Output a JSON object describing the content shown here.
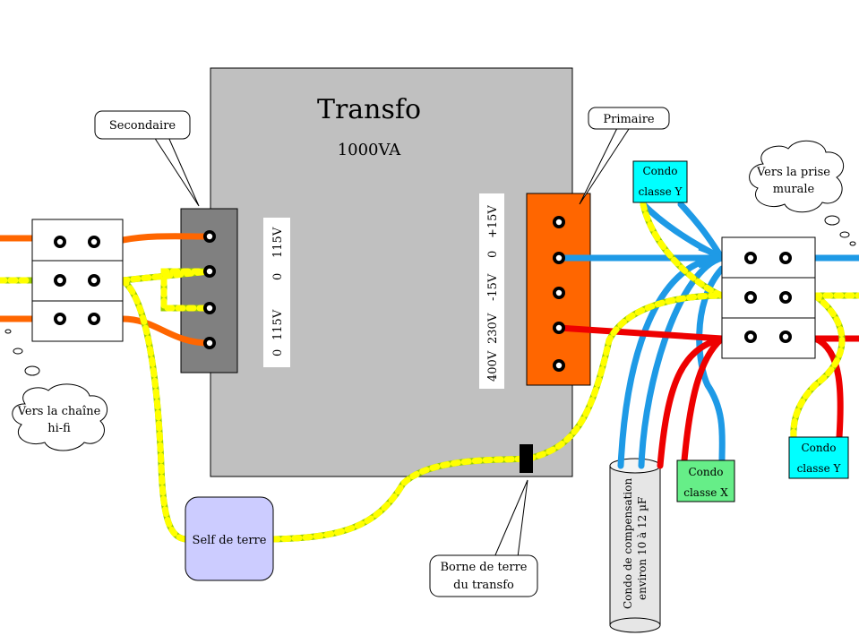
{
  "transfo": {
    "title": "Transfo",
    "power": "1000VA"
  },
  "callouts": {
    "secondaire": "Secondaire",
    "primaire": "Primaire",
    "prise_line1": "Vers la prise",
    "prise_line2": "murale",
    "hifi_line1": "Vers la chaîne",
    "hifi_line2": "hi-fi",
    "borne_line1": "Borne de terre",
    "borne_line2": "du transfo"
  },
  "secondary_voltages": [
    "0",
    "115V",
    "0",
    "115V"
  ],
  "primary_voltages": [
    "400V",
    "230V",
    "-15V",
    "0",
    "+15V"
  ],
  "components": {
    "self_terre": "Self de terre",
    "condo_y_top_line1": "Condo",
    "condo_y_top_line2": "classe Y",
    "condo_x_line1": "Condo",
    "condo_x_line2": "classe X",
    "condo_y_right_line1": "Condo",
    "condo_y_right_line2": "classe Y",
    "comp_line1": "Condo de compensation",
    "comp_line2": "environ 10 à 12 µF"
  },
  "colors": {
    "transformer_body": "#c0c0c0",
    "secondary_block": "#808080",
    "primary_block": "#ff6600",
    "wire_orange": "#ff6600",
    "wire_blue": "#1e9ae6",
    "wire_red": "#ee0000",
    "earth_green": "#99cc00",
    "earth_yellow": "#ffff00",
    "condo_cyan": "#00ffff",
    "condo_green": "#66ee88",
    "self_lavender": "#ccccff"
  }
}
